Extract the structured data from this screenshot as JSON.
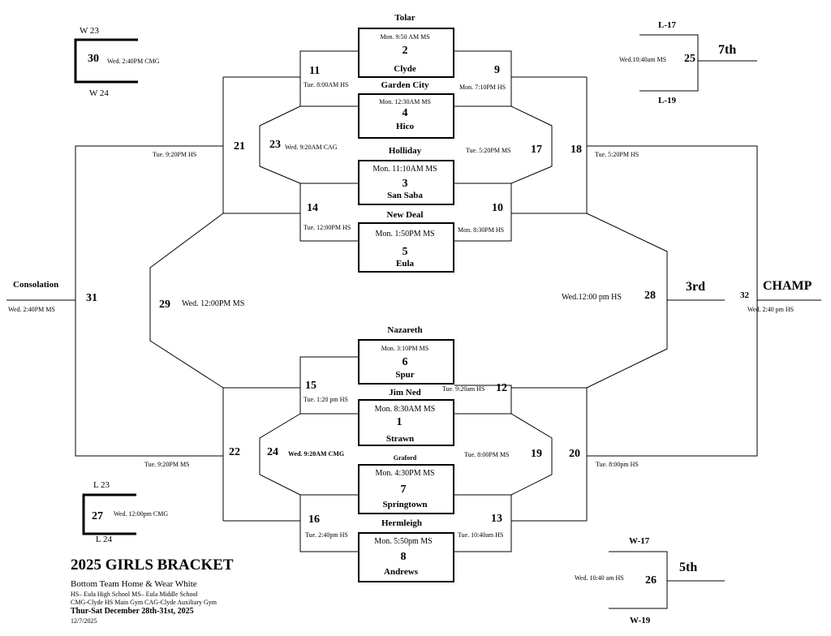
{
  "games": {
    "g2": {
      "time": "Mon. 9:50 AM MS",
      "num": "2",
      "top": "Tolar",
      "bottom": "Clyde"
    },
    "g4": {
      "time": "Mon. 12:30AM  MS",
      "num": "4",
      "top": "Garden City",
      "bottom": "Hico"
    },
    "g3": {
      "time": "Mon. 11:10AM MS",
      "num": "3",
      "top": "Holliday",
      "bottom": "San Saba"
    },
    "g5": {
      "time": "Mon. 1:50PM  MS",
      "num": "5",
      "top": "New Deal",
      "bottom": "Eula"
    },
    "g6": {
      "time": "Mon. 3:10PM MS",
      "num": "6",
      "top": "Nazareth",
      "bottom": "Spur"
    },
    "g1": {
      "time": "Mon. 8:30AM MS",
      "num": "1",
      "top": "Jim Ned",
      "bottom": "Strawn"
    },
    "g7": {
      "time": "Mon. 4:30PM MS",
      "num": "7",
      "top": "Graford",
      "bottom": "Springtown"
    },
    "g8": {
      "time": "Mon. 5:50pm  MS",
      "num": "8",
      "top": "Hermleigh",
      "bottom": "Andrews"
    }
  },
  "rounds": {
    "g11": {
      "num": "11",
      "time": "Tue. 8:00AM  HS"
    },
    "g9": {
      "num": "9",
      "time": "Mon. 7:10PM  HS"
    },
    "g14": {
      "num": "14",
      "time": "Tue. 12:00PM HS"
    },
    "g10": {
      "num": "10",
      "time": "Mon. 8:30PM  HS"
    },
    "g15": {
      "num": "15",
      "time": "Tue. 1:20 pm HS"
    },
    "g12": {
      "num": "12",
      "time": "Tue. 9:20am HS"
    },
    "g16": {
      "num": "16",
      "time": "Tue. 2:40pm HS"
    },
    "g13": {
      "num": "13",
      "time": "Tue. 10:40am HS"
    },
    "g21": {
      "num": "21",
      "time": "Tue. 9:20PM HS"
    },
    "g23": {
      "num": "23",
      "time": "Wed. 9:20AM CAG"
    },
    "g17": {
      "num": "17",
      "time": "Tue. 5:20PM  MS"
    },
    "g18": {
      "num": "18",
      "time": "Tue. 5:20PM  HS"
    },
    "g22": {
      "num": "22",
      "time": "Tue. 9:20PM MS"
    },
    "g24": {
      "num": "24",
      "time": "Wed. 9:20AM CMG"
    },
    "g19": {
      "num": "19",
      "time": "Tue. 8:00PM MS"
    },
    "g20": {
      "num": "20",
      "time": "Tue. 8:00pm  HS"
    },
    "g29": {
      "num": "29",
      "time": "Wed. 12:00PM  MS"
    },
    "g28": {
      "num": "28",
      "time": "Wed.12:00 pm   HS"
    },
    "g31": {
      "num": "31"
    },
    "g32": {
      "num": "32",
      "time": "Wed. 2:40 pm  HS"
    }
  },
  "consolation": {
    "label": "Consolation",
    "time": "Wed.  2:40PM MS"
  },
  "champ": {
    "label": "CHAMP"
  },
  "third": {
    "label": "3rd"
  },
  "seventh": {
    "label": "7th",
    "num": "25",
    "time": "Wed.10:40am MS",
    "top": "L-17",
    "bottom": "L-19"
  },
  "fifth": {
    "label": "5th",
    "num": "26",
    "time": "Wed. 10:40 am  HS",
    "top": "W-17",
    "bottom": "W-19"
  },
  "g30": {
    "num": "30",
    "time": "Wed. 2:40PM CMG",
    "top": "W 23",
    "bottom": "W 24"
  },
  "g27": {
    "num": "27",
    "time": "Wed. 12:00pm CMG",
    "top": "L 23",
    "bottom": "L 24"
  },
  "footer": {
    "title": "2025 GIRLS  BRACKET",
    "line1": "Bottom Team Home & Wear White",
    "line2": "HS– Eula High School       MS– Eula Middle School",
    "line3": "CMG-Clyde HS Main Gym  CAG-Clyde Auxiliary Gym",
    "line4": "Thur-Sat December 28th-31st, 2025",
    "date": "12/7/2025"
  }
}
